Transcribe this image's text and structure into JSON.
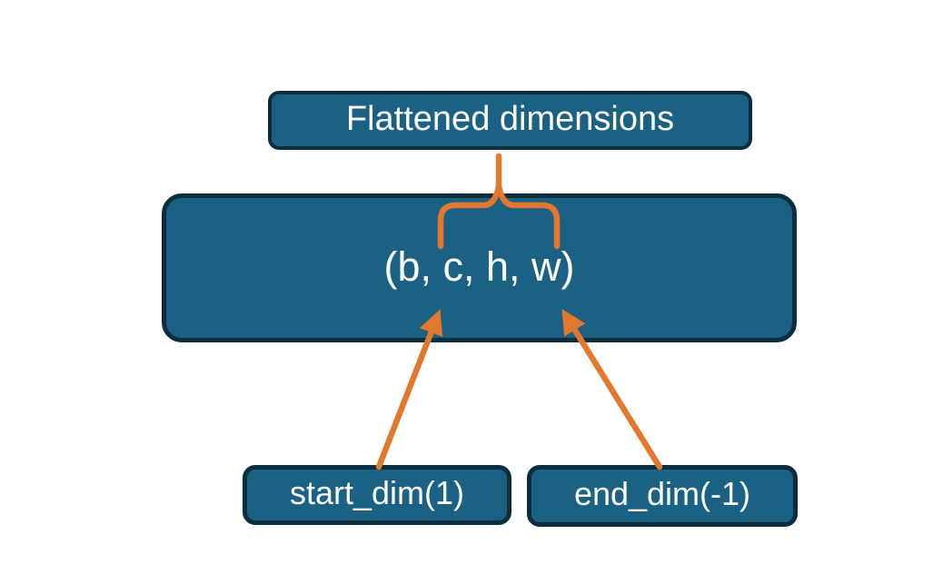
{
  "colors": {
    "background": "#ffffff",
    "node_fill": "#1a6183",
    "node_border": "#0b2e3e",
    "accent": "#e2772e",
    "text": "#ffffff"
  },
  "nodes": {
    "flattened": {
      "label": "Flattened dimensions"
    },
    "tensor": {
      "label": "(b, c, h, w)"
    },
    "start_dim": {
      "label": "start_dim(1)"
    },
    "end_dim": {
      "label": "end_dim(-1)"
    }
  }
}
